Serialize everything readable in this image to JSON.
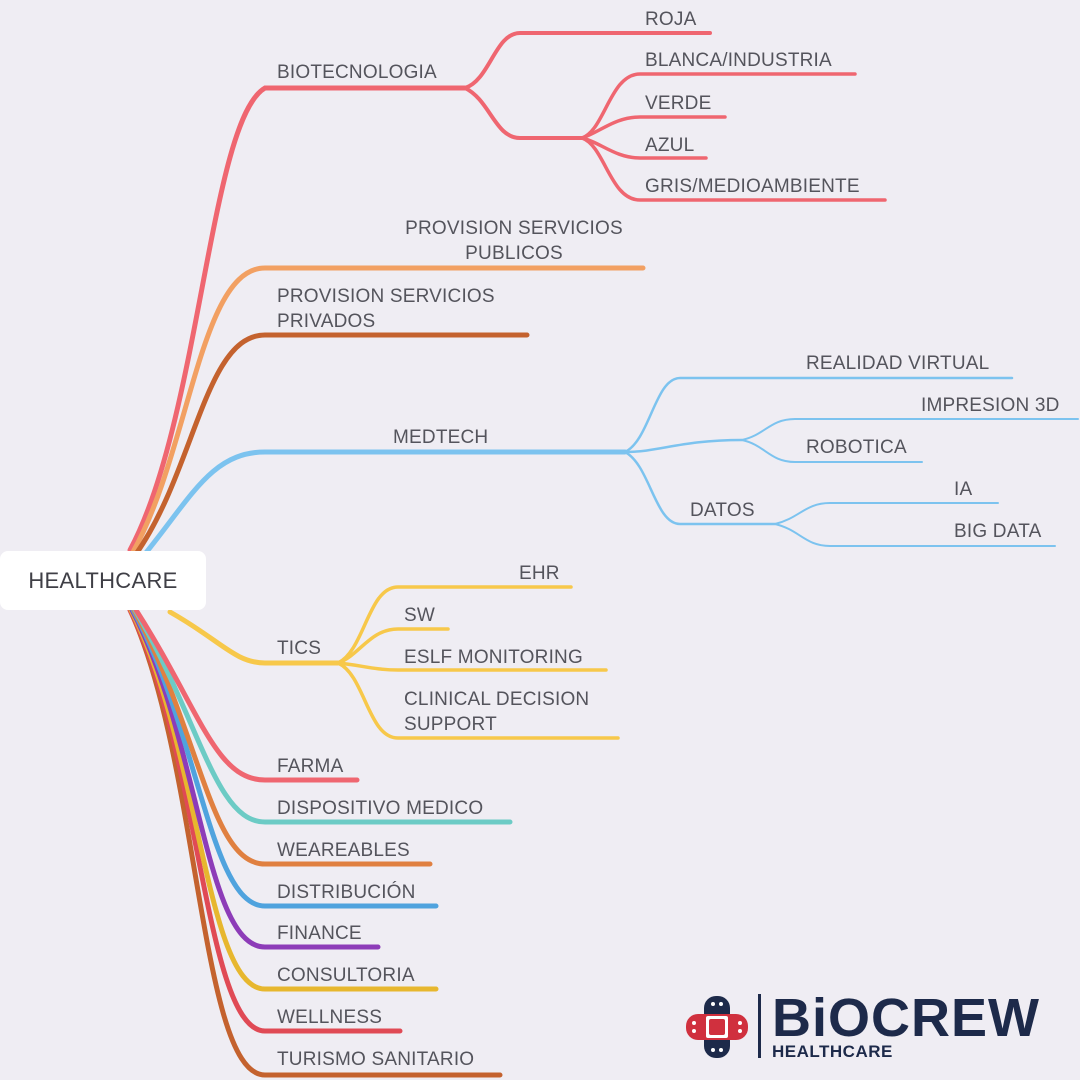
{
  "colors": {
    "background": "#efedf3",
    "red": "#ef6670",
    "orange": "#f2a062",
    "brown": "#c4622e",
    "blue": "#7cc3ef",
    "yellow": "#f7c84a",
    "teal": "#6ccbc5",
    "dist_blue": "#4fa3de",
    "purple": "#8d3cb8",
    "gold": "#e7b72e",
    "crimson": "#e04a55",
    "logo_navy": "#1d2a4a",
    "logo_red": "#d0303e"
  },
  "root": {
    "label": "HEALTHCARE"
  },
  "branches": {
    "biotecnologia": {
      "label": "BIOTECNOLOGIA",
      "children": [
        "ROJA",
        "BLANCA/INDUSTRIA",
        "VERDE",
        "AZUL",
        "GRIS/MEDIOAMBIENTE"
      ]
    },
    "provision_publicos": {
      "label": "PROVISION SERVICIOS PUBLICOS"
    },
    "provision_privados": {
      "label": "PROVISION SERVICIOS PRIVADOS"
    },
    "medtech": {
      "label": "MEDTECH",
      "children": [
        "REALIDAD VIRTUAL",
        "IMPRESION 3D",
        "ROBOTICA"
      ],
      "datos": {
        "label": "DATOS",
        "children": [
          "IA",
          "BIG DATA"
        ]
      }
    },
    "tics": {
      "label": "TICS",
      "children": [
        "EHR",
        "SW",
        "ESLF MONITORING",
        "CLINICAL DECISION SUPPORT"
      ]
    },
    "farma": {
      "label": "FARMA"
    },
    "dispositivo_medico": {
      "label": "DISPOSITIVO MEDICO"
    },
    "weareables": {
      "label": "WEAREABLES"
    },
    "distribucion": {
      "label": "DISTRIBUCIÓN"
    },
    "finance": {
      "label": "FINANCE"
    },
    "consultoria": {
      "label": "CONSULTORIA"
    },
    "wellness": {
      "label": "WELLNESS"
    },
    "turismo_sanitario": {
      "label": "TURISMO SANITARIO"
    }
  },
  "logo": {
    "wordmark": "BiOCREW",
    "subtitle": "HEALTHCARE",
    "icon": "bandage-cross-icon"
  }
}
